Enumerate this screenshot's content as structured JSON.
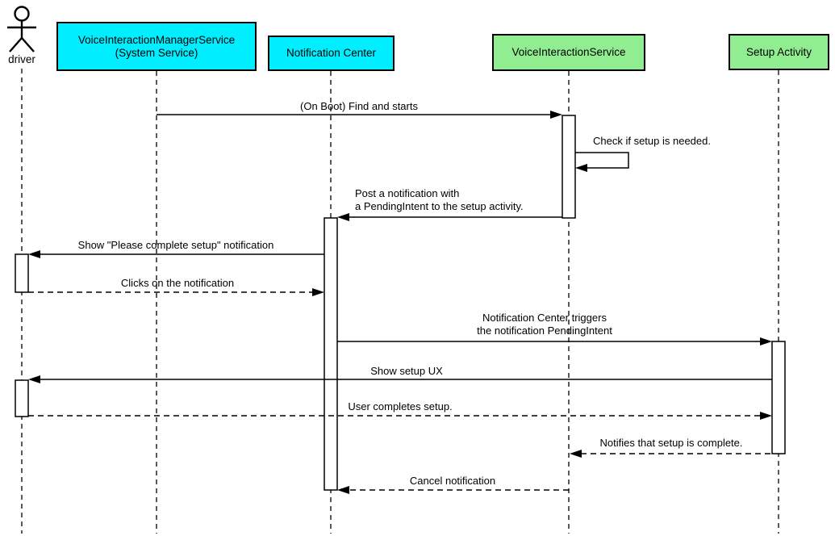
{
  "diagram": {
    "type": "uml-sequence-diagram",
    "colors": {
      "stroke": "#000000",
      "background": "#ffffff",
      "system_service_fill": "#00EEFF",
      "app_component_fill": "#90EE90"
    },
    "participants": [
      {
        "id": "driver",
        "label": "driver",
        "kind": "actor",
        "color": null
      },
      {
        "id": "vims",
        "label": "VoiceInteractionManagerService\n(System Service)",
        "kind": "box",
        "color": "#00EEFF"
      },
      {
        "id": "nc",
        "label": "Notification Center",
        "kind": "box",
        "color": "#00EEFF"
      },
      {
        "id": "vis",
        "label": "VoiceInteractionService",
        "kind": "box",
        "color": "#90EE90"
      },
      {
        "id": "sa",
        "label": "Setup Activity",
        "kind": "box",
        "color": "#90EE90"
      }
    ],
    "messages": [
      {
        "label": "(On Boot) Find and starts",
        "from": "vims",
        "to": "vis",
        "line": "solid"
      },
      {
        "label": "Check if setup is needed.",
        "from": "vis",
        "to": "vis",
        "line": "solid"
      },
      {
        "label": "Post a notification with\na PendingIntent to the setup activity.",
        "from": "vis",
        "to": "nc",
        "line": "solid"
      },
      {
        "label": "Show \"Please complete setup\" notification",
        "from": "nc",
        "to": "driver",
        "line": "solid"
      },
      {
        "label": "Clicks on the notification",
        "from": "driver",
        "to": "nc",
        "line": "dashed"
      },
      {
        "label": "Notification Center triggers\nthe notification PendingIntent",
        "from": "nc",
        "to": "sa",
        "line": "solid"
      },
      {
        "label": "Show setup UX",
        "from": "sa",
        "to": "driver",
        "line": "solid"
      },
      {
        "label": "User completes setup.",
        "from": "driver",
        "to": "sa",
        "line": "dashed"
      },
      {
        "label": "Notifies that setup is complete.",
        "from": "sa",
        "to": "vis",
        "line": "dashed"
      },
      {
        "label": "Cancel notification",
        "from": "vis",
        "to": "nc",
        "line": "dashed"
      }
    ]
  }
}
